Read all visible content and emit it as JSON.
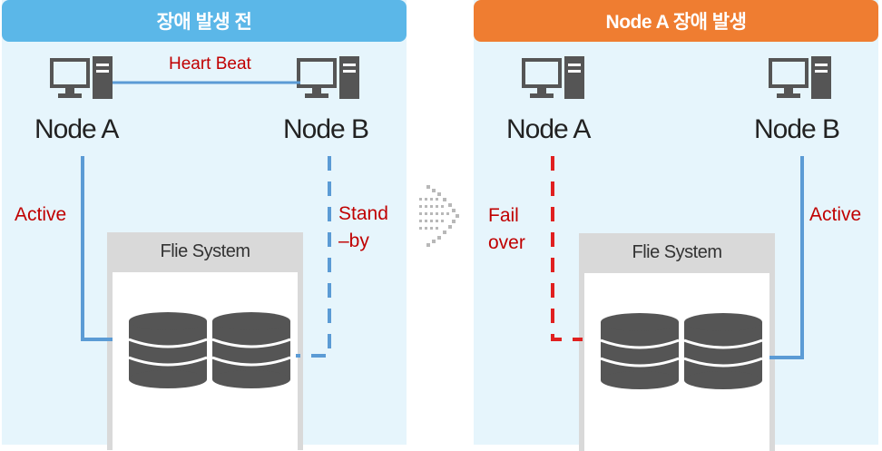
{
  "before": {
    "title": "장애 발생 전",
    "node_a": "Node A",
    "node_b": "Node B",
    "heartbeat": "Heart Beat",
    "active_label": "Active",
    "standby_label": "Stand\n–by",
    "fs_title": "Flie System"
  },
  "after": {
    "title": "Node A 장애 발생",
    "node_a": "Node A",
    "node_b": "Node B",
    "failover_label": "Fail\nover",
    "active_label": "Active",
    "fs_title": "Flie System"
  },
  "colors": {
    "before_header": "#5bb7e8",
    "after_header": "#ef7d31",
    "panel_bg": "#e6f5fc",
    "active_line": "#5b9bd5",
    "failed_line": "#e02020",
    "label_red": "#c00000"
  },
  "icons": [
    "computer-icon",
    "database-icon",
    "transition-arrow-icon"
  ]
}
